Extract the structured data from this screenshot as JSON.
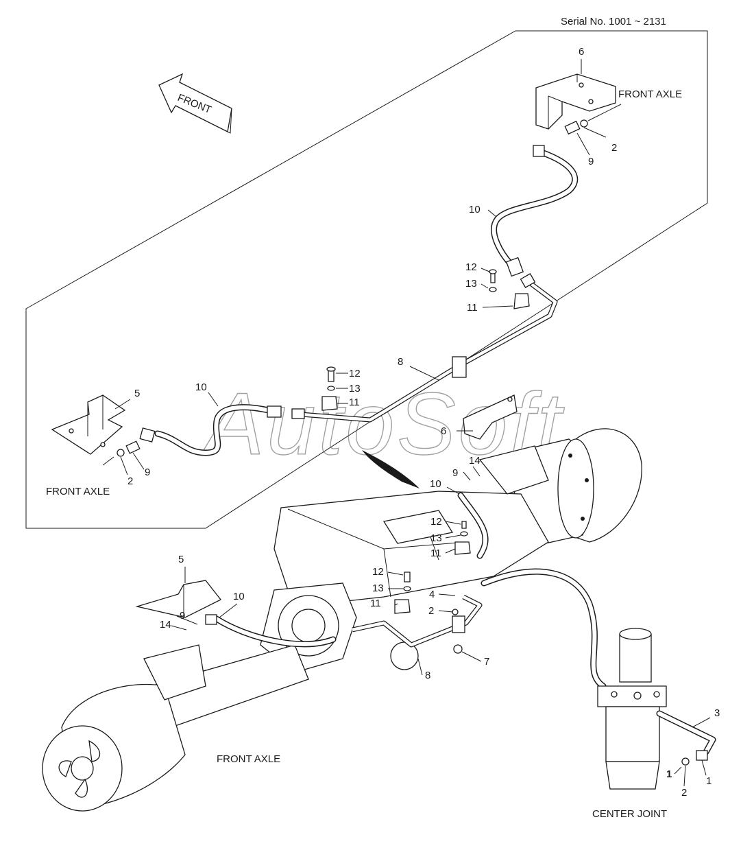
{
  "header": {
    "serial": "Serial No. 1001 ~ 2131"
  },
  "front_arrow": {
    "label": "FRONT"
  },
  "watermark": {
    "text": "AutoSoft"
  },
  "captions": {
    "front_axle_top_right": "FRONT AXLE",
    "front_axle_left": "FRONT AXLE",
    "front_axle_bottom": "FRONT AXLE",
    "center_joint": "CENTER JOINT"
  },
  "callouts": {
    "top_6": "6",
    "top_9": "9",
    "top_2": "2",
    "top_10": "10",
    "top_12": "12",
    "top_13": "13",
    "top_11": "11",
    "top_8": "8",
    "mid_12": "12",
    "mid_13": "13",
    "mid_11": "11",
    "mid_6": "6",
    "left_5": "5",
    "left_10": "10",
    "left_9": "9",
    "left_2": "2",
    "axle_14": "14",
    "axle_9": "9",
    "axle_10": "10",
    "axle_12": "12",
    "axle_13": "13",
    "axle_11": "11",
    "axle_12b": "12",
    "axle_13b": "13",
    "axle_4": "4",
    "axle_2": "2",
    "axle_11b": "11",
    "axle_7": "7",
    "axle_8": "8",
    "axle_5": "5",
    "axle_9b": "9",
    "axle_14b": "14",
    "axle_10b": "10",
    "cj_3": "3",
    "cj_1": "1",
    "cj_1b": "1",
    "cj_2": "2"
  }
}
